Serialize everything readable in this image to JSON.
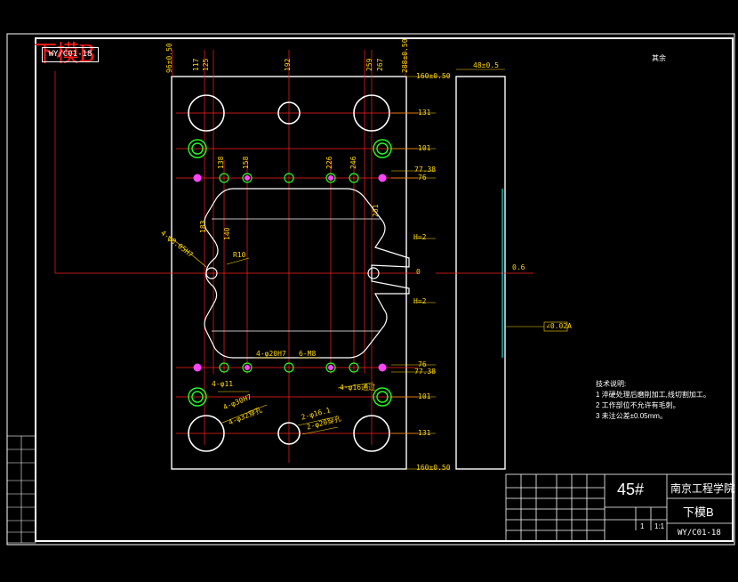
{
  "drawing": {
    "stage_label": "下模B",
    "part_code": "WY/C01-18",
    "top_dims": [
      "117",
      "125",
      "192",
      "259",
      "267"
    ],
    "top_dims_outer_left": "96±0.50",
    "top_dims_outer_right": "288±0.50",
    "inner_top_dims": [
      "138",
      "158",
      "226",
      "246"
    ],
    "right_dims": [
      "160±0.50",
      "131",
      "101",
      "77.38",
      "76",
      "0",
      "76",
      "77.38",
      "101",
      "131",
      "160±0.50"
    ],
    "hole_callouts": [
      "4-φ8.05H7",
      "4-φ20H7",
      "6-M8",
      "4-φ11",
      "4-φ16通过",
      "4-φ30H7",
      "4-φ32穿孔",
      "2-φ16.1",
      "2-φ20穿孔",
      "H=2",
      "H=2"
    ],
    "misc_dims": [
      "140",
      "183",
      "R10",
      "261"
    ],
    "thickness": "48±0.5",
    "surface_note": "其余",
    "side_tag": "0.6",
    "ref_tag": "∠0.02A"
  },
  "notes": {
    "title": "技术说明:",
    "items": [
      "1  淬硬处理后磨削加工,线切割加工。",
      "2  工作部位不允许有毛刺。",
      "3  未注公差±0.05mm。"
    ]
  },
  "title_block": {
    "material": "45#",
    "school": "南京工程学院",
    "part_name": "下模B",
    "drawing_no": "WY/C01-18",
    "qty": "1",
    "scale": "1:1"
  }
}
